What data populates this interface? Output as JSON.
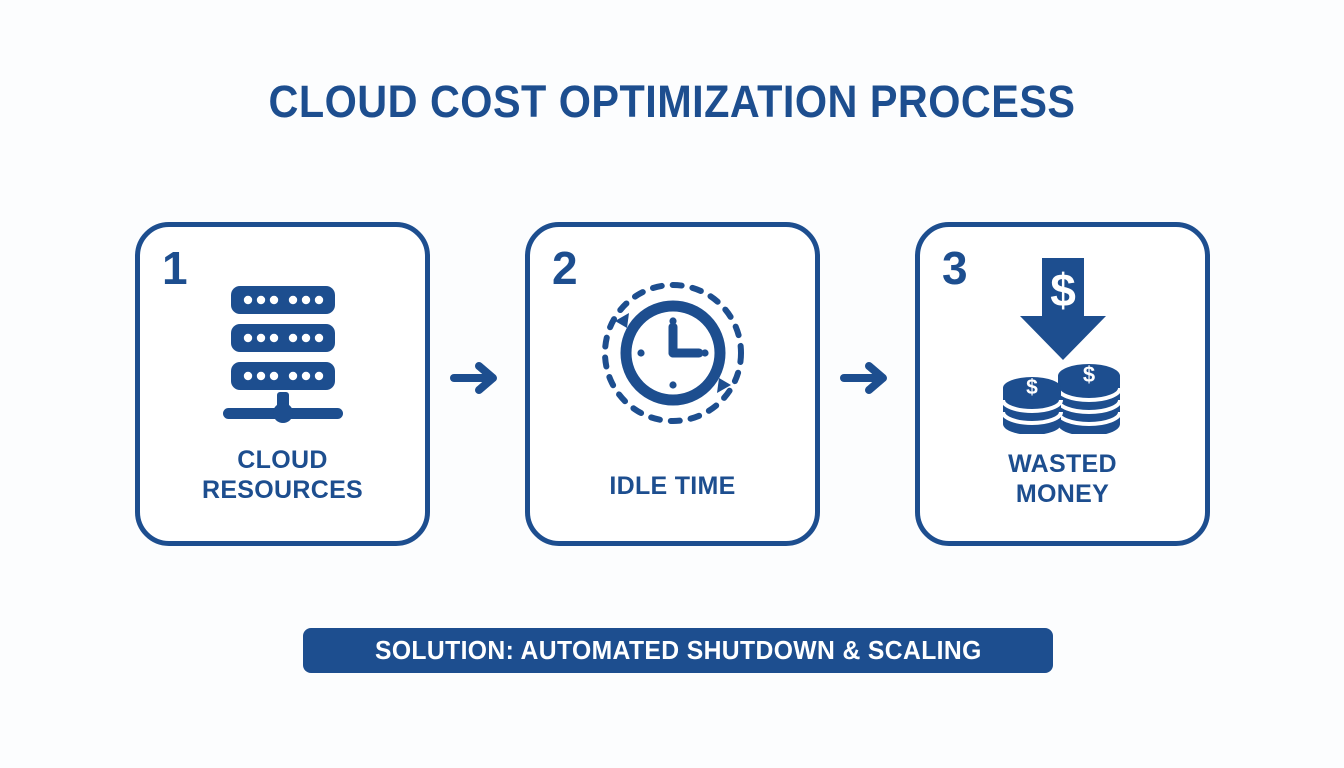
{
  "title": "CLOUD COST OPTIMIZATION PROCESS",
  "colors": {
    "accent": "#1d4e8f",
    "background": "#fcfdfe",
    "card_background": "#ffffff",
    "bar_text": "#ffffff"
  },
  "steps": [
    {
      "number": "1",
      "label_line1": "CLOUD",
      "label_line2": "RESOURCES",
      "icon": "server-rack-icon"
    },
    {
      "number": "2",
      "label_line1": "IDLE TIME",
      "label_line2": "",
      "icon": "clock-cycle-icon"
    },
    {
      "number": "3",
      "label_line1": "WASTED",
      "label_line2": "MONEY",
      "icon": "money-down-arrow-coins-icon"
    }
  ],
  "connectors": [
    {
      "icon": "arrow-right-icon"
    },
    {
      "icon": "arrow-right-icon"
    }
  ],
  "solution": {
    "text": "SOLUTION: AUTOMATED SHUTDOWN & SCALING"
  }
}
